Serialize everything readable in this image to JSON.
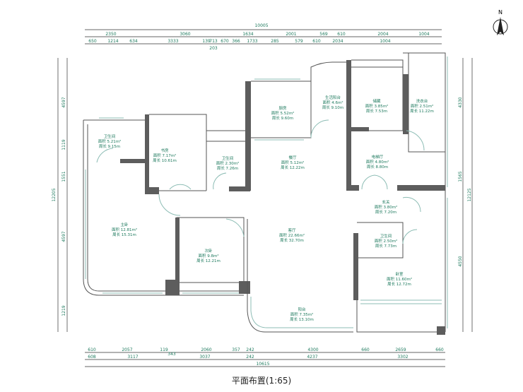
{
  "title": "平面布置(1:65)",
  "north_label": "N",
  "dimensions": {
    "top_total": "10005",
    "top_row1": [
      "2350",
      "3060",
      "1634",
      "2001",
      "569",
      "610",
      "2004",
      "1004"
    ],
    "top_row2": [
      "650",
      "1214",
      "634",
      "3333",
      "139",
      "713",
      "670",
      "366",
      "1733",
      "285",
      "579",
      "610",
      "2034",
      "1004"
    ],
    "top_extra": "203",
    "bottom_row1": [
      "610",
      "2057",
      "119",
      "2060",
      "357",
      "242",
      "4300",
      "660",
      "2659",
      "660"
    ],
    "bottom_row2": [
      "608",
      "3117",
      "3037",
      "242",
      "4237",
      "3302"
    ],
    "bottom_extra": "343",
    "bottom_total": "10615",
    "left_total": "12205",
    "left_parts": [
      "4597",
      "1119",
      "1551",
      "4597",
      "1219"
    ],
    "right_total": "12125",
    "right_parts": [
      "4330",
      "1565",
      "4550"
    ]
  },
  "rooms": [
    {
      "name": "卫生间",
      "area": "面积 5.21m²",
      "perimeter": "周长 9.15m"
    },
    {
      "name": "书房",
      "area": "面积 7.17m²",
      "perimeter": "周长 10.61m"
    },
    {
      "name": "卫生间",
      "area": "面积 2.30m²",
      "perimeter": "周长 7.26m"
    },
    {
      "name": "厨房",
      "area": "面积 5.52m²",
      "perimeter": "周长 9.60m"
    },
    {
      "name": "生活阳台",
      "area": "面积 4.6m²",
      "perimeter": "周长 9.10m"
    },
    {
      "name": "储藏",
      "area": "面积 3.85m²",
      "perimeter": "周长 7.53m"
    },
    {
      "name": "洗衣台",
      "area": "面积 2.51m²",
      "perimeter": "周长 11.22m"
    },
    {
      "name": "餐厅",
      "area": "面积 5.12m²",
      "perimeter": "周长 12.22m"
    },
    {
      "name": "电梯厅",
      "area": "面积 4.80m²",
      "perimeter": "周长 8.80m"
    },
    {
      "name": "玄关",
      "area": "面积 3.80m²",
      "perimeter": "周长 7.20m"
    },
    {
      "name": "卫生间",
      "area": "面积 2.50m²",
      "perimeter": "周长 7.73m"
    },
    {
      "name": "客厅",
      "area": "面积 22.66m²",
      "perimeter": "周长 32.70m"
    },
    {
      "name": "主卧",
      "area": "面积 12.81m²",
      "perimeter": "周长 15.31m"
    },
    {
      "name": "次卧",
      "area": "面积 9.8m²",
      "perimeter": "周长 12.21m"
    },
    {
      "name": "卧室",
      "area": "面积 11.60m²",
      "perimeter": "周长 12.72m"
    },
    {
      "name": "阳台",
      "area": "面积 7.35m²",
      "perimeter": "周长 13.10m"
    }
  ]
}
